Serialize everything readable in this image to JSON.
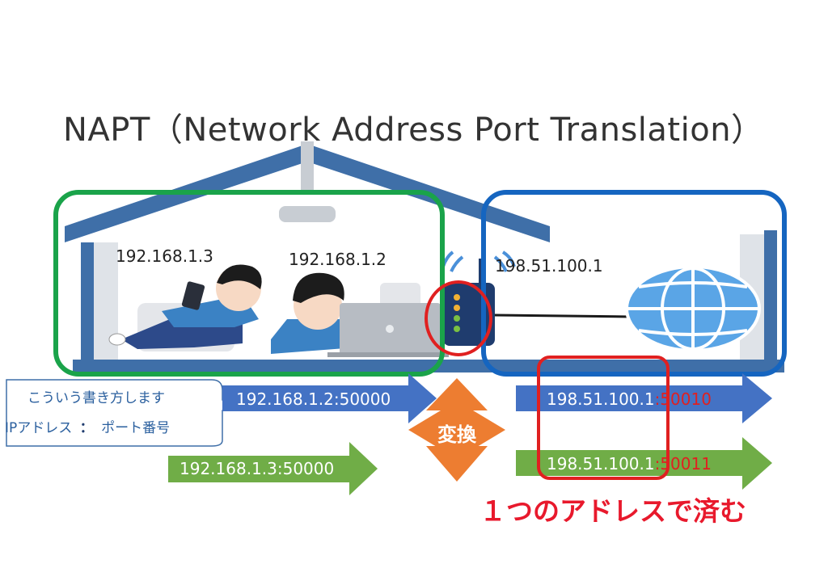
{
  "title": "NAPT（Network Address Port Translation）",
  "hosts": {
    "host1_ip": "192.168.1.3",
    "host2_ip": "192.168.1.2",
    "router_ip": "198.51.100.1"
  },
  "flows": {
    "in_top": "192.168.1.2:50000",
    "in_bottom": "192.168.1.3:50000",
    "out_top_ip": "198.51.100.1",
    "out_top_port": ":50010",
    "out_bottom_ip": "198.51.100.1",
    "out_bottom_port": ":50011"
  },
  "callout": {
    "line1": "こういう書き方します",
    "line2_left": "IPアドレス",
    "line2_sep": "：",
    "line2_right": "ポート番号"
  },
  "convert_label": "変換",
  "bottom_message": "１つのアドレスで済む",
  "colors": {
    "house": "#3f6fa8",
    "lan_box": "#1aa34a",
    "wan_box": "#1565c0",
    "highlight": "#e02020",
    "arrow_blue": "#4472c4",
    "arrow_green": "#70ad47",
    "convert": "#ed7d31"
  }
}
